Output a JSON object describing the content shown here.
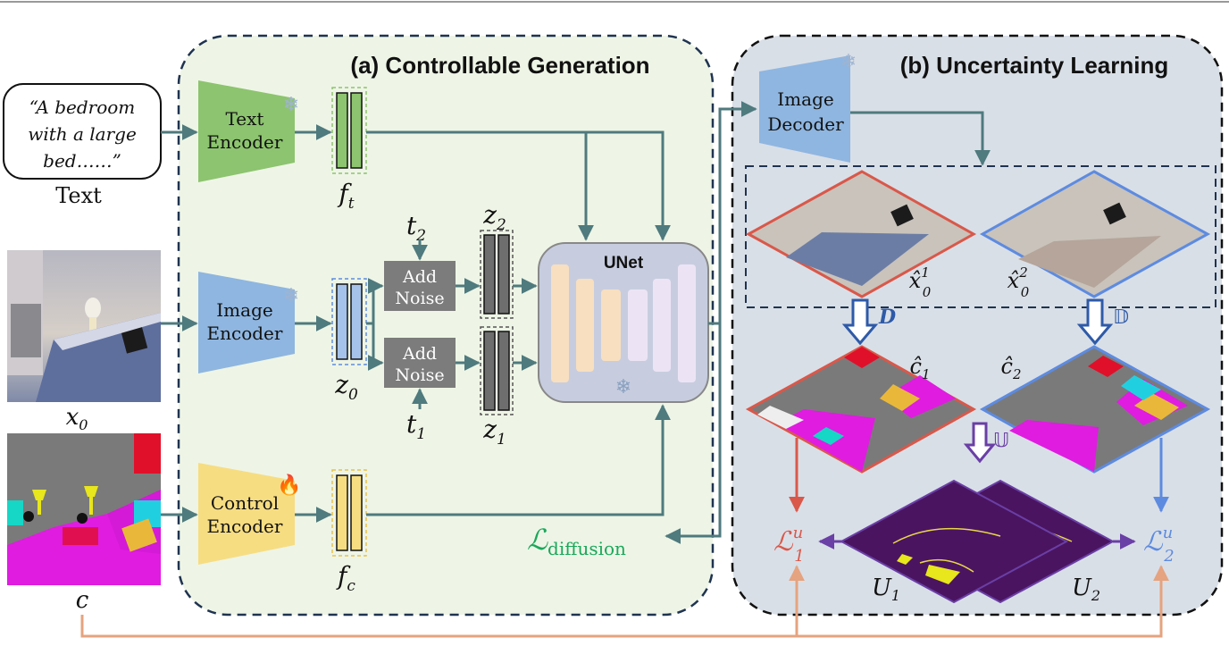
{
  "panels": {
    "a_title": "(a) Controllable Generation",
    "b_title": "(b) Uncertainty Learning"
  },
  "inputs": {
    "text_prompt_lines": [
      "“A bedroom",
      "with a large",
      "bed……”"
    ],
    "text_label": "Text",
    "image_label_main": "x",
    "image_label_sub": "0",
    "cond_label": "c"
  },
  "encoders": {
    "text": [
      "Text",
      "Encoder"
    ],
    "image": [
      "Image",
      "Encoder"
    ],
    "control": [
      "Control",
      "Encoder"
    ],
    "decoder": [
      "Image",
      "Decoder"
    ]
  },
  "features": {
    "ft_main": "f",
    "ft_sub": "t",
    "z0_main": "z",
    "z0_sub": "0",
    "fc_main": "f",
    "fc_sub": "c",
    "z2_main": "z",
    "z2_sub": "2",
    "z1_main": "z",
    "z1_sub": "1"
  },
  "noise": {
    "box_top": [
      "Add",
      "Noise"
    ],
    "box_bottom": [
      "Add",
      "Noise"
    ],
    "t2_main": "t",
    "t2_sub": "2",
    "t1_main": "t",
    "t1_sub": "1"
  },
  "unet": {
    "label": "UNet"
  },
  "loss": {
    "diffusion_main": "ℒ",
    "diffusion_sub": "diffusion",
    "l1_main": "ℒ",
    "l1_sup": "u",
    "l1_sub": "1",
    "l2_main": "ℒ",
    "l2_sup": "u",
    "l2_sub": "2"
  },
  "uncertainty": {
    "x01_main": "x̂",
    "x01_sup": "1",
    "x01_sub": "0",
    "x02_main": "x̂",
    "x02_sup": "2",
    "x02_sub": "0",
    "c1_main": "ĉ",
    "c1_sub": "1",
    "c2_main": "ĉ",
    "c2_sub": "2",
    "D_label": "D",
    "DD_label": "𝔻",
    "U_op_label": "𝕌",
    "U1_main": "U",
    "U1_sub": "1",
    "U2_main": "U",
    "U2_sub": "2"
  },
  "colors": {
    "arrow": "#4f7a7e",
    "panel_a_bg": "#eef5e6",
    "panel_b_bg": "#d9dfe7",
    "panel_border": "#1f3350",
    "text_encoder": "#8dc46f",
    "image_encoder": "#8fb6e0",
    "control_encoder": "#f7dd82",
    "loss_green": "#1aa85a",
    "loss_red": "#d9584a",
    "loss_blue": "#5d8be0",
    "orange_line": "#e5a37f",
    "purple": "#6a3fa6"
  }
}
